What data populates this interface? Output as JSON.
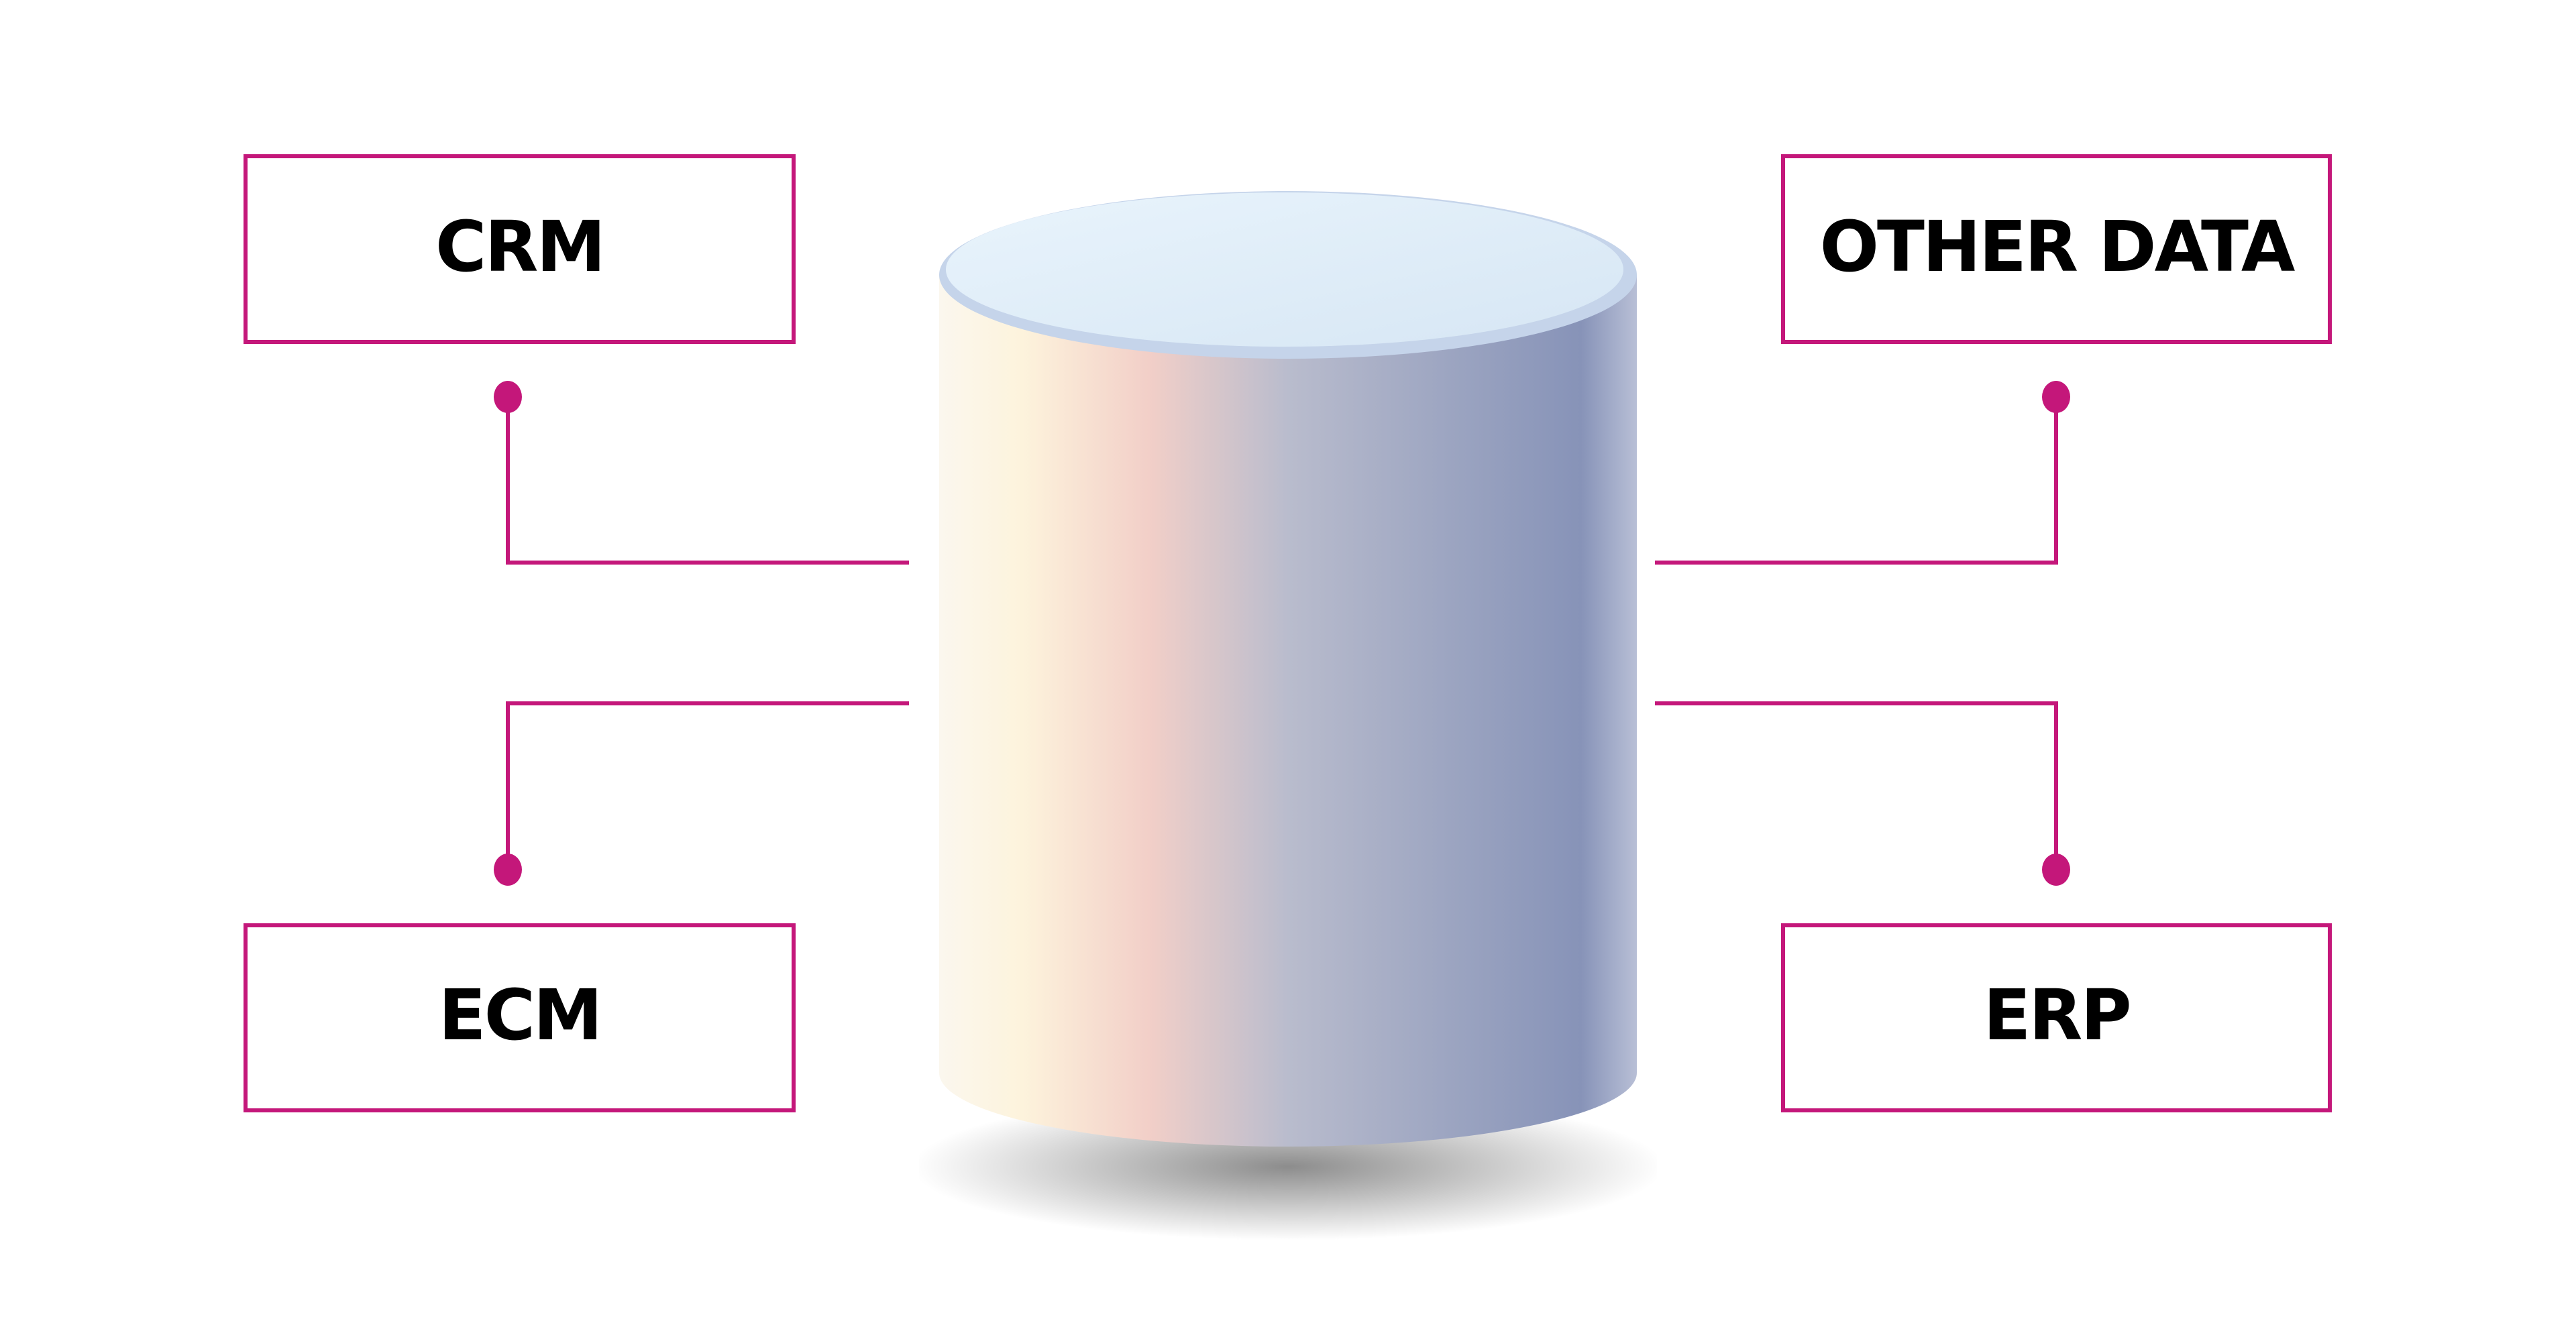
{
  "diagram": {
    "type": "database-connections",
    "center": {
      "label": "",
      "icon": "database-cylinder-icon",
      "layers": 4
    },
    "nodes": [
      {
        "id": "crm",
        "label": "CRM",
        "position": "top-left"
      },
      {
        "id": "other",
        "label": "OTHER DATA",
        "position": "top-right"
      },
      {
        "id": "ecm",
        "label": "ECM",
        "position": "bottom-left"
      },
      {
        "id": "erp",
        "label": "ERP",
        "position": "bottom-right"
      }
    ],
    "edges": [
      {
        "from": "crm",
        "to": "database"
      },
      {
        "from": "other",
        "to": "database"
      },
      {
        "from": "ecm",
        "to": "database"
      },
      {
        "from": "erp",
        "to": "database"
      }
    ],
    "colors": {
      "accent": "#c4177a",
      "text": "#000000",
      "background": "#ffffff"
    }
  }
}
